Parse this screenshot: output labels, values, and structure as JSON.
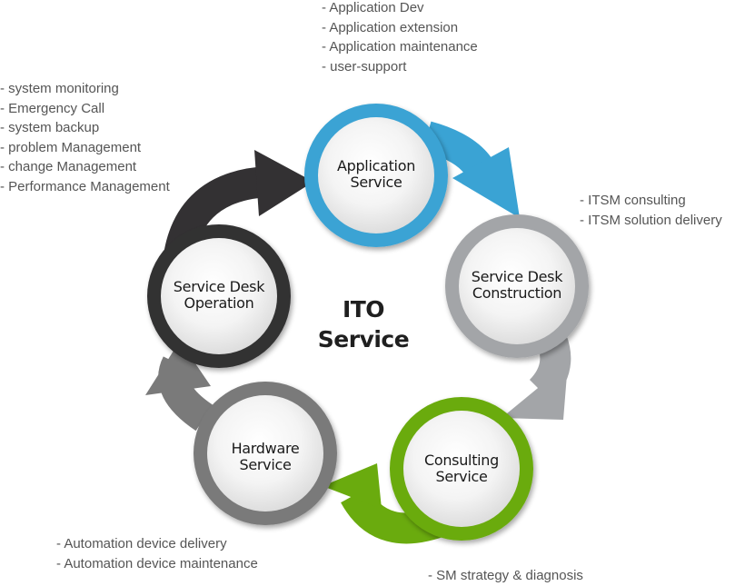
{
  "center": {
    "line1": "ITO",
    "line2": "Service"
  },
  "nodes": [
    {
      "id": "application",
      "line1": "Application",
      "line2": "Service",
      "color": "#3aa3d4"
    },
    {
      "id": "construction",
      "line1": "Service Desk",
      "line2": "Construction",
      "color": "#a3a5a8"
    },
    {
      "id": "consulting",
      "line1": "Consulting",
      "line2": "Service",
      "color": "#6aab0e"
    },
    {
      "id": "hardware",
      "line1": "Hardware",
      "line2": "Service",
      "color": "#7a7a7a"
    },
    {
      "id": "operation",
      "line1": "Service Desk",
      "line2": "Operation",
      "color": "#333133"
    }
  ],
  "notes": {
    "application": [
      "- Application Dev",
      "- Application extension",
      "- Application maintenance",
      "- user-support"
    ],
    "operation": [
      "- system monitoring",
      "- Emergency Call",
      "- system backup",
      "- problem Management",
      "- change Management",
      "- Performance Management"
    ],
    "construction": [
      "- ITSM consulting",
      "- ITSM solution delivery"
    ],
    "hardware": [
      "- Automation device delivery",
      "- Automation device maintenance"
    ],
    "consulting": [
      "- SM strategy & diagnosis"
    ]
  }
}
